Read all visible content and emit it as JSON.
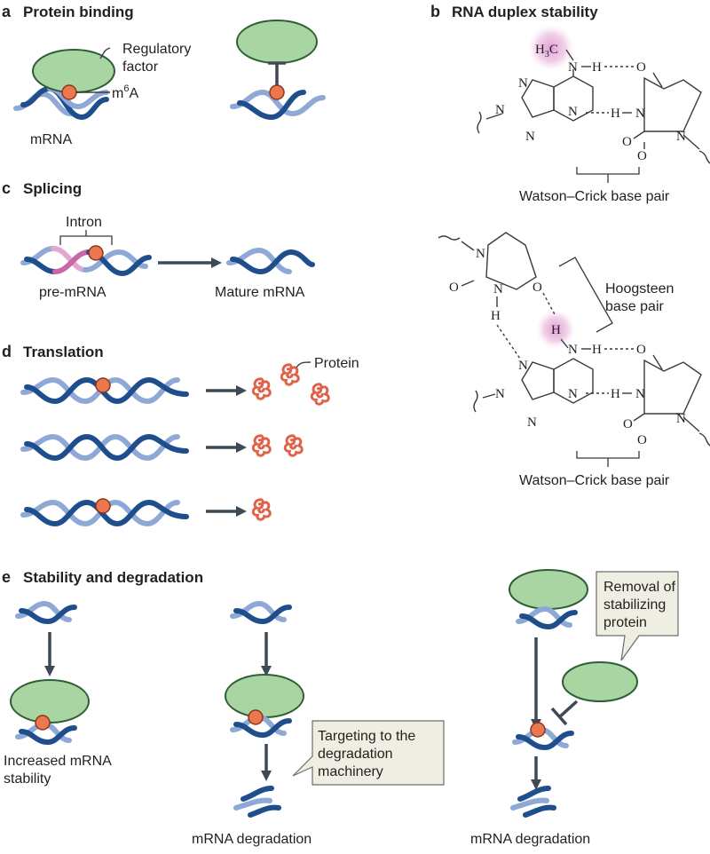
{
  "panels": {
    "a": {
      "letter": "a",
      "title": "Protein binding",
      "regulatory_factor": [
        "Regulatory",
        "factor"
      ],
      "m6a": "m",
      "m6a_sup": "6",
      "m6a_tail": "A",
      "mrna": "mRNA"
    },
    "b": {
      "letter": "b",
      "title": "RNA duplex stability",
      "h3c": "H",
      "h3c_sub": "3",
      "h3c_tail": "C",
      "watson_crick": "Watson–Crick base pair",
      "hoogsteen": [
        "Hoogsteen",
        "base pair"
      ],
      "watson_crick_2": "Watson–Crick base pair",
      "atoms": {
        "N": "N",
        "H": "H",
        "O": "O"
      }
    },
    "c": {
      "letter": "c",
      "title": "Splicing",
      "intron": "Intron",
      "pre_mrna": "pre-mRNA",
      "mature": "Mature mRNA"
    },
    "d": {
      "letter": "d",
      "title": "Translation",
      "protein": "Protein"
    },
    "e": {
      "letter": "e",
      "title": "Stability and degradation",
      "increased": [
        "Increased mRNA",
        "stability"
      ],
      "targeting": [
        "Targeting to the",
        "degradation",
        "machinery"
      ],
      "degradation_1": "mRNA degradation",
      "removal": [
        "Removal of",
        "stabilizing",
        "protein"
      ],
      "degradation_2": "mRNA degradation"
    }
  },
  "colors": {
    "strand_dark": "#1f4e8c",
    "strand_light": "#8fa9d6",
    "factor": "#a8d5a2",
    "m6a": "#e9774f",
    "intron": "#c868a8",
    "protein": "#e0624a",
    "callout": "#efeee2",
    "methyl_glow": "#e6a8d8"
  }
}
